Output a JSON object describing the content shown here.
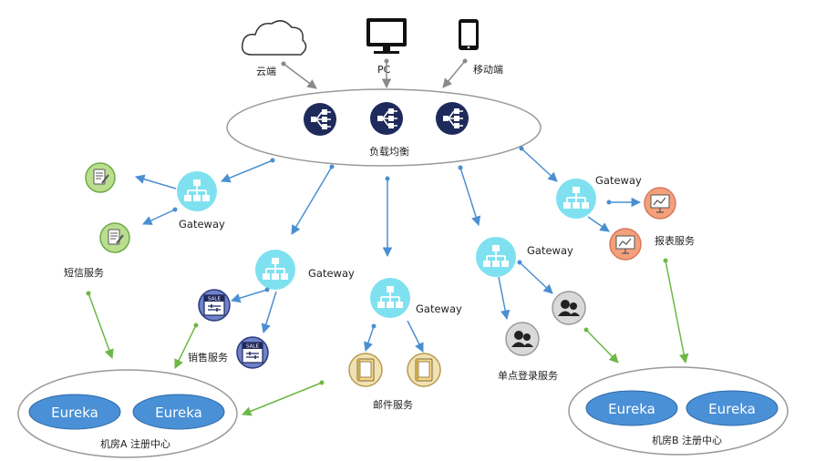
{
  "clients": {
    "cloud": "云端",
    "pc": "PC",
    "mobile": "移动端"
  },
  "load_balancer": {
    "label": "负载均衡"
  },
  "gateway_label": "Gateway",
  "services": {
    "sms": "短信服务",
    "sales": "销售服务",
    "mail": "邮件服务",
    "sso": "单点登录服务",
    "report": "报表服务"
  },
  "registries": {
    "a": {
      "label": "机房A 注册中心",
      "nodes": [
        "Eureka",
        "Eureka"
      ]
    },
    "b": {
      "label": "机房B 注册中心",
      "nodes": [
        "Eureka",
        "Eureka"
      ]
    }
  },
  "icon_badge": "SALE",
  "colors": {
    "gateway": "#7fe1f0",
    "load_balancer": "#1f2a5c",
    "eureka": "#4a90d6",
    "sms_service": "#b9df8e",
    "report_service": "#f4a07c",
    "sales_service": "#6f82c9",
    "sso_service": "#9a9a9a",
    "mail_service": "#f2e2b3",
    "blue_link": "#4a8fd0",
    "green_link": "#6cb845"
  }
}
